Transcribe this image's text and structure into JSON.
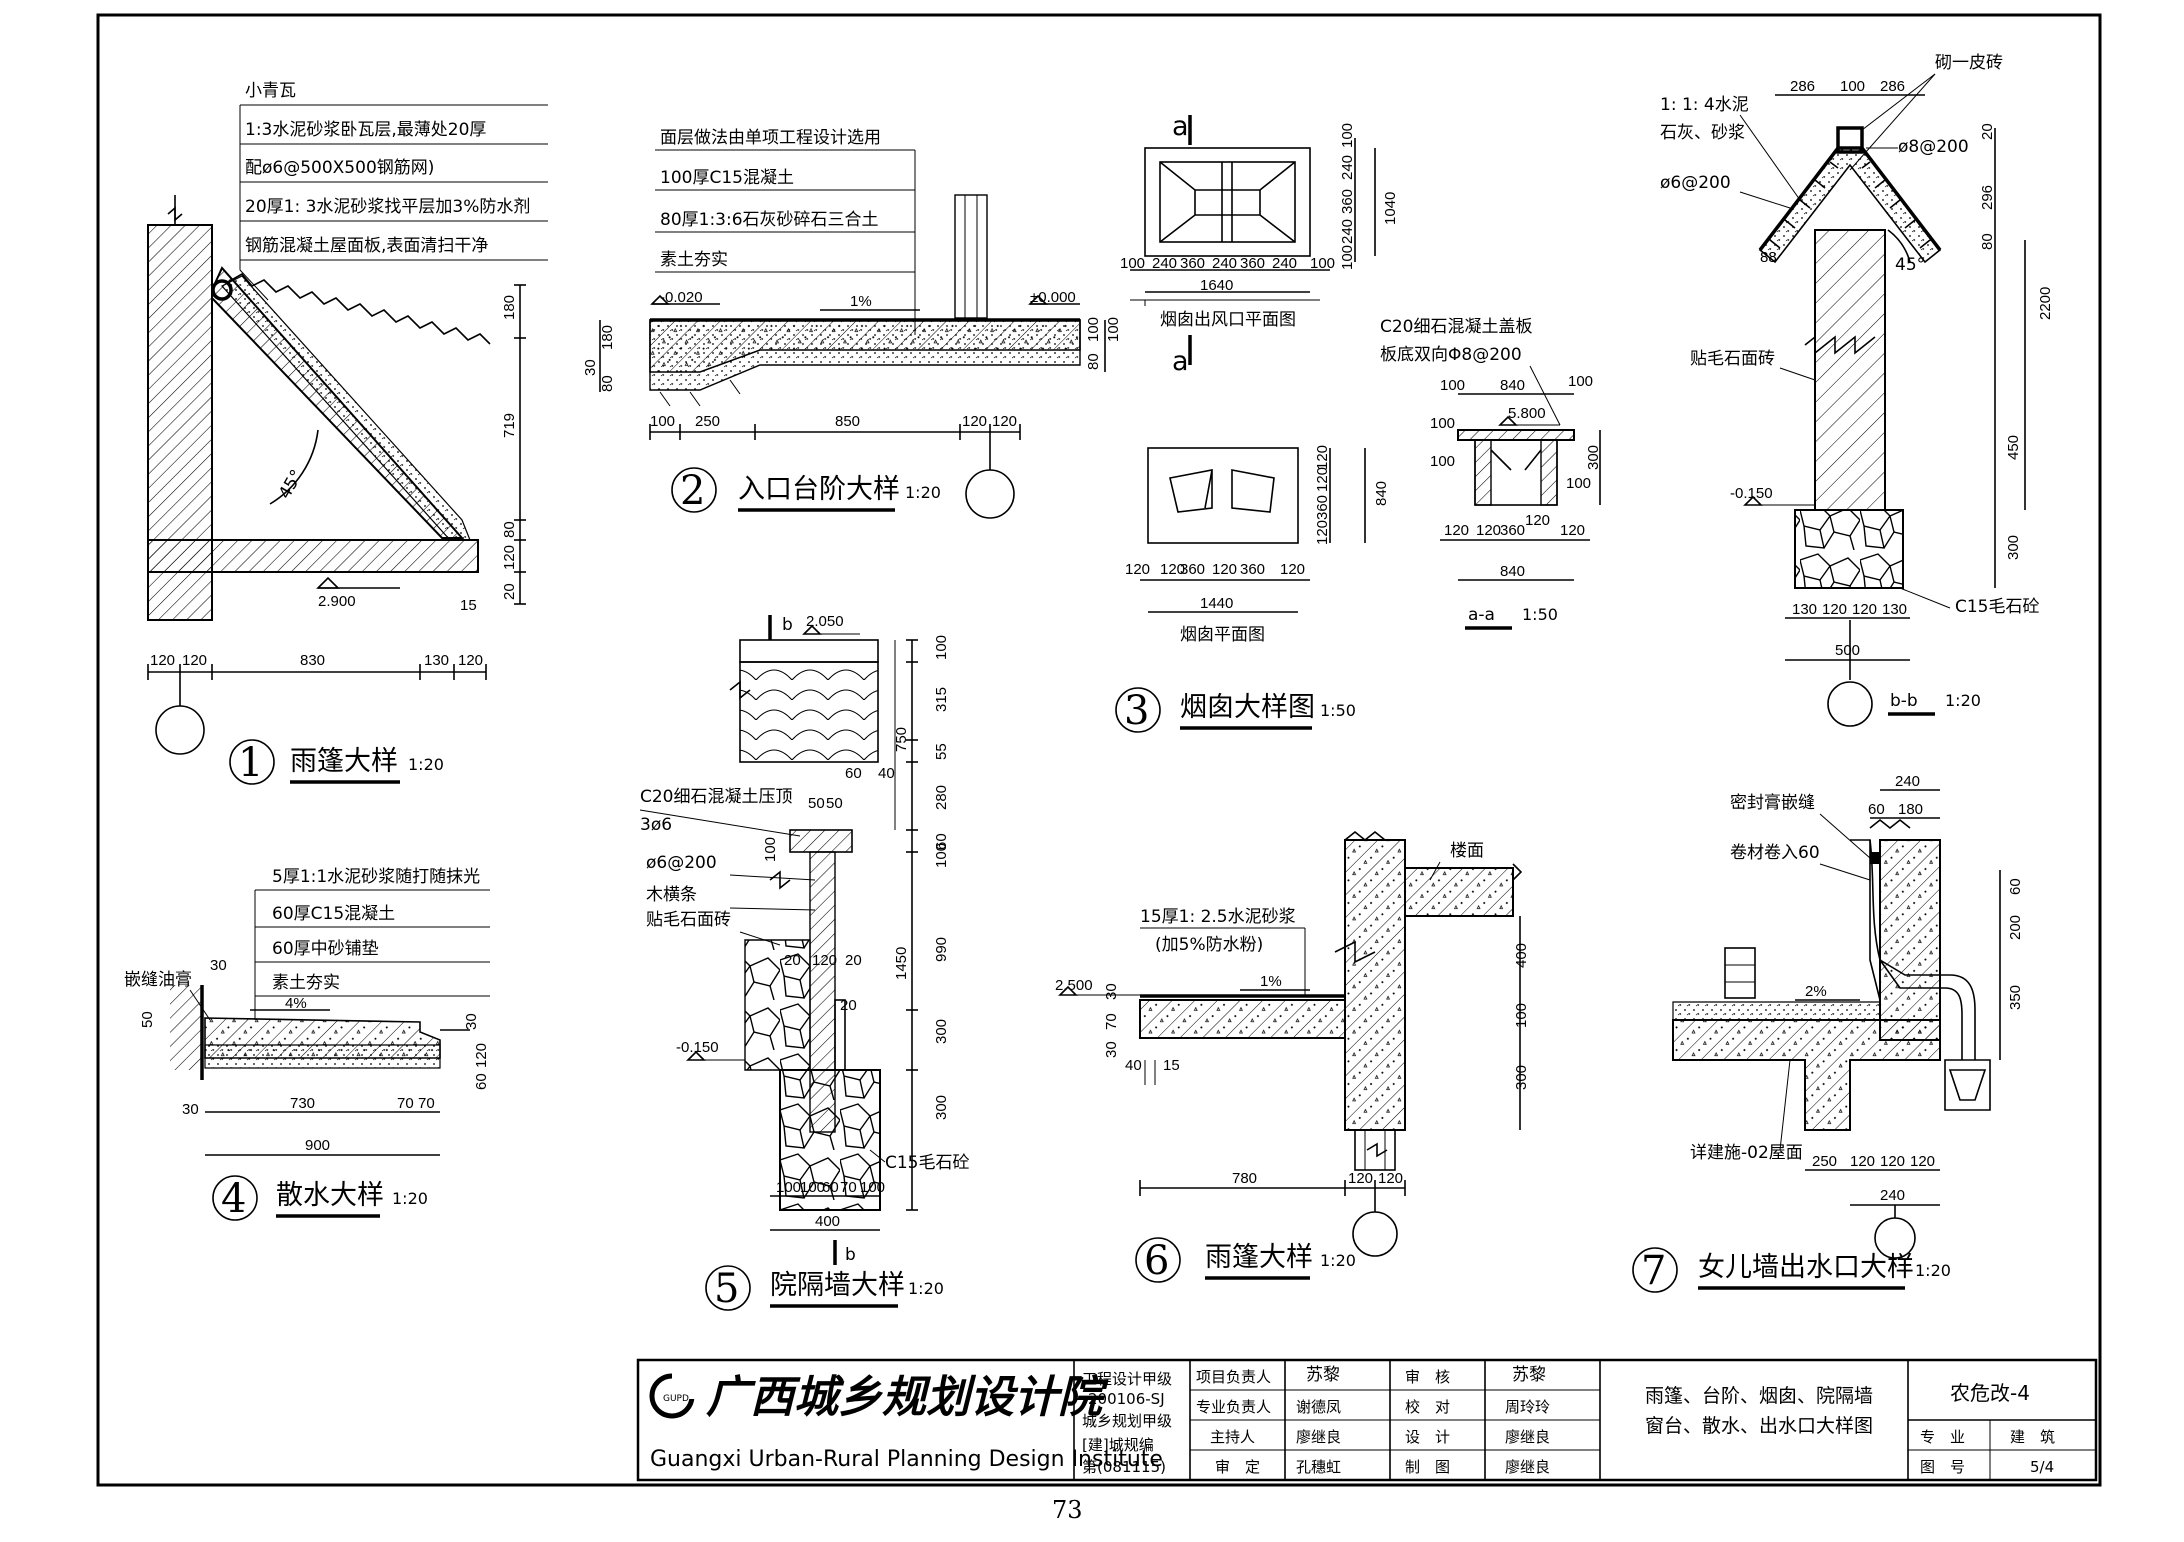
{
  "page_number": "73",
  "title_block": {
    "institute_cn": "广西城乡规划设计院",
    "institute_en": "Guangxi Urban-Rural Planning Design Institute",
    "logo_letters": "GUPD",
    "qual": [
      "工程设计甲级",
      "200106-SJ",
      "城乡规划甲级",
      "[建]城规编",
      "第(081115)"
    ],
    "roles_left": [
      {
        "label": "项目负责人",
        "name": "苏黎"
      },
      {
        "label": "专业负责人",
        "name": "谢德凤"
      },
      {
        "label": "主持人",
        "name": "廖继良"
      },
      {
        "label": "审　定",
        "name": "孔穗虹"
      }
    ],
    "roles_right": [
      {
        "label": "审　核",
        "name": "苏黎"
      },
      {
        "label": "校　对",
        "name": "周玲玲"
      },
      {
        "label": "设　计",
        "name": "廖继良"
      },
      {
        "label": "制　图",
        "name": "廖继良"
      }
    ],
    "drawing_title_1": "雨篷、台阶、烟囱、院隔墙",
    "drawing_title_2": "窗台、散水、出水口大样图",
    "project_code": "农危改-4",
    "discipline_label": "专　业",
    "discipline_value": "建　筑",
    "sheet_label": "图　号",
    "sheet_value": "5/4"
  },
  "details": [
    {
      "num": "1",
      "title": "雨篷大样",
      "scale": "1:20"
    },
    {
      "num": "2",
      "title": "入口台阶大样",
      "scale": "1:20"
    },
    {
      "num": "3",
      "title": "烟囱大样图",
      "scale": "1:50"
    },
    {
      "num": "4",
      "title": "散水大样",
      "scale": "1:20"
    },
    {
      "num": "5",
      "title": "院隔墙大样",
      "scale": "1:20"
    },
    {
      "num": "6",
      "title": "雨篷大样",
      "scale": "1:20"
    },
    {
      "num": "7",
      "title": "女儿墙出水口大样",
      "scale": "1:20"
    }
  ],
  "d1": {
    "layers": [
      "小青瓦",
      "1:3水泥砂浆卧瓦层,最薄处20厚",
      "配ø6@500X500钢筋网)",
      "20厚1: 3水泥砂浆找平层加3%防水剂",
      "钢筋混凝土屋面板,表面清扫干净"
    ],
    "angle": "45°",
    "elev": "2.900",
    "dims_v": [
      "180",
      "719",
      "80",
      "120",
      "20"
    ],
    "dims_h": [
      "120",
      "120",
      "830",
      "130",
      "120"
    ],
    "small": "15",
    "small2": "20"
  },
  "d2": {
    "layers": [
      "面层做法由单项工程设计选用",
      "100厚C15混凝土",
      "80厚1:3:6石灰砂碎石三合土",
      "素土夯实"
    ],
    "elev_left": "-0.020",
    "elev_right": "±0.000",
    "slope": "1%",
    "dims_h": [
      "100",
      "250",
      "850",
      "120",
      "120"
    ],
    "dims_v_left": [
      "30",
      "180",
      "80"
    ],
    "dims_v_right": [
      "100",
      "100",
      "80"
    ]
  },
  "d3": {
    "sec_a": "a",
    "plan1_caption": "烟囱出风口平面图",
    "plan1_dims_h": [
      "100",
      "240",
      "360",
      "240",
      "360",
      "240",
      "100"
    ],
    "plan1_total": "1640",
    "plan1_dims_v": [
      "100",
      "240",
      "360",
      "240",
      "100"
    ],
    "plan1_total_v": "1040",
    "plan2_caption": "烟囱平面图",
    "plan2_dims_h": [
      "120",
      "120",
      "360",
      "120",
      "360",
      "120"
    ],
    "plan2_total": "1440",
    "plan2_dims_v": [
      "120",
      "120",
      "360",
      "120"
    ],
    "plan2_total_v": "840",
    "slab_note_1": "C20细石混凝土盖板",
    "slab_note_2": "板底双向Φ8@200",
    "sec_elev": "5.800",
    "sec_dims_top": [
      "100",
      "840",
      "100"
    ],
    "sec_dims_left": [
      "100",
      "100"
    ],
    "sec_dims_v": [
      "300",
      "100"
    ],
    "sec_dims_bot": [
      "120",
      "120",
      "360",
      "120",
      "120"
    ],
    "sec_total": "840",
    "sec_caption": "a-a",
    "sec_scale": "1:50"
  },
  "d4": {
    "layers": [
      "5厚1:1水泥砂浆随打随抹光",
      "60厚C15混凝土",
      "60厚中砂铺垫",
      "素土夯实"
    ],
    "seal": "嵌缝油膏",
    "slope": "4%",
    "dims_h": [
      "730",
      "70",
      "70"
    ],
    "total": "900",
    "dims_v": [
      "30",
      "50",
      "30",
      "120",
      "60",
      "30"
    ]
  },
  "d5": {
    "sec": "b",
    "elev_top": "2.050",
    "elev_bot": "-0.150",
    "notes": [
      "C20细石混凝土压顶",
      "3ø6",
      "ø6@200",
      "木横条",
      "贴毛石面砖",
      "C15毛石砼"
    ],
    "dims_v": [
      "100",
      "315",
      "55",
      "280",
      "60",
      "100",
      "990",
      "300",
      "300"
    ],
    "dims_v2": [
      "750",
      "1450"
    ],
    "dims_h": [
      "100",
      "100",
      "60",
      "70",
      "100"
    ],
    "total": "400",
    "small": [
      "50",
      "50",
      "60",
      "40",
      "100",
      "20",
      "120",
      "20",
      "20"
    ]
  },
  "d6": {
    "notes": [
      "楼面",
      "15厚1: 2.5水泥砂浆",
      "(加5%防水粉)"
    ],
    "elev": "2.500",
    "slope": "1%",
    "dims_v": [
      "400",
      "100",
      "300"
    ],
    "dims_v_left": [
      "30",
      "70",
      "30"
    ],
    "small": [
      "40",
      "15"
    ],
    "dims_h": [
      "780",
      "120",
      "120"
    ]
  },
  "d7": {
    "notes": [
      "密封膏嵌缝",
      "卷材卷入60",
      "详建施-02屋面"
    ],
    "slope": "2%",
    "dims_top": [
      "240",
      "60",
      "180"
    ],
    "dims_v": [
      "60",
      "200",
      "350"
    ],
    "dims_bot": [
      "250",
      "120",
      "120",
      "120"
    ],
    "total": "240"
  },
  "db": {
    "notes": [
      "砌一皮砖",
      "1: 1: 4水泥",
      "石灰、砂浆",
      "ø8@200",
      "ø6@200",
      "贴毛石面砖",
      "C15毛石砼"
    ],
    "angle": "45°",
    "elev": "-0.150",
    "dims_top": [
      "286",
      "100",
      "286"
    ],
    "dims_v": [
      "20",
      "296",
      "80",
      "2200",
      "450",
      "300"
    ],
    "small": "88",
    "dims_bot": [
      "130",
      "120",
      "120",
      "130"
    ],
    "total": "500",
    "caption": "b-b",
    "scale": "1:20"
  }
}
